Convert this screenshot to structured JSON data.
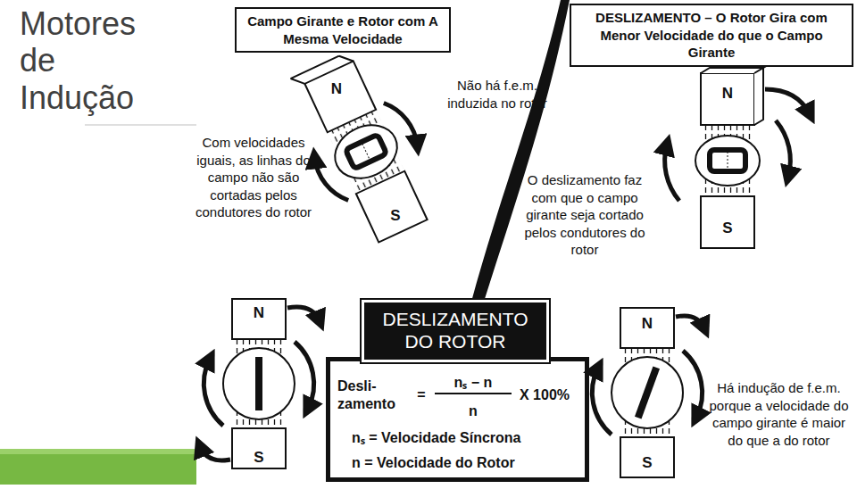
{
  "diagram": {
    "title": "Motores de Indução",
    "nodes": [
      {
        "text": [
          "Campo Girante e Rotor com A Mesma Velocidade"
        ]
      },
      {
        "text": [
          "DESLIZAMENTO – O Rotor Gira com Menor Velocidade do que o Campo Girante"
        ]
      },
      {
        "text": [
          "DESLIZAMENTO DO ROTOR"
        ]
      },
      {
        "text": [
          "Desli- zamento",
          "=",
          "nₛ − n",
          "n",
          "X 100%",
          "nₛ = Velocidade Síncrona",
          "n = Velocidade do Rotor"
        ]
      }
    ],
    "labels": [
      "N",
      "S",
      "Não há f.e.m. induzida no rotor",
      "Com velocidades iguais, as linhas do campo não são cortadas pelos condutores do rotor",
      "N",
      "S",
      "O deslizamento faz com que o campo girante seja cortado pelos condutores do rotor",
      "N",
      "S",
      "N",
      "S",
      "Há indução de f.e.m. porque a velocidade do campo girante é maior do que a do rotor"
    ]
  }
}
